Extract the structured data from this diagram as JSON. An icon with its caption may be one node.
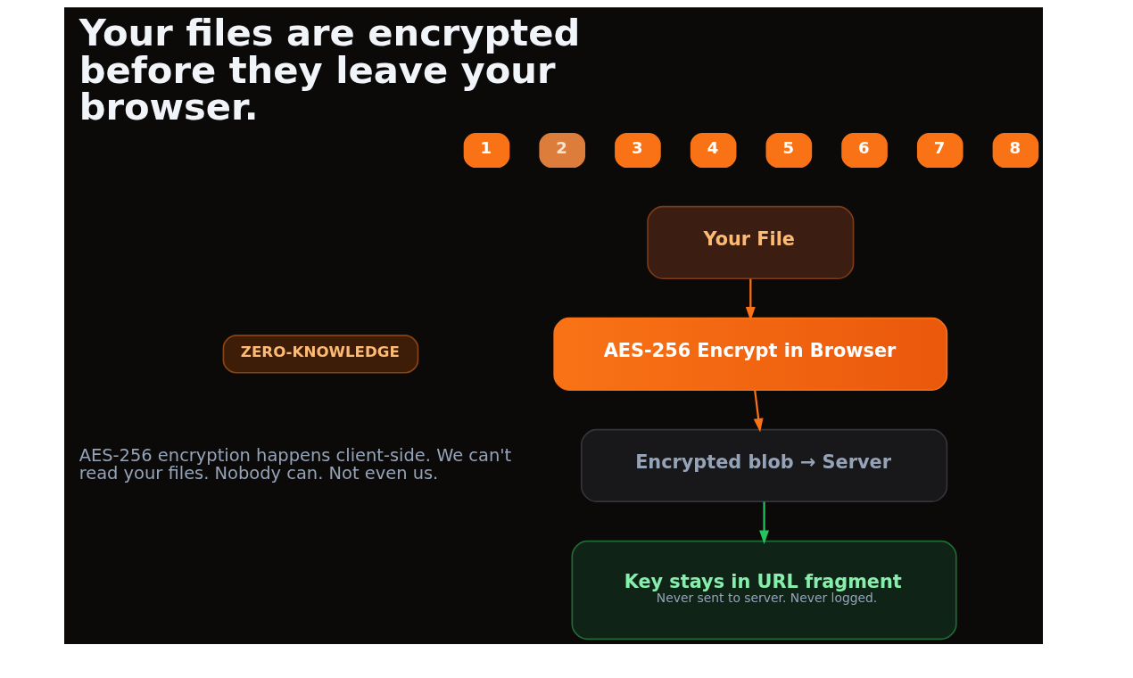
{
  "diagram": {
    "title": "Your files are encrypted before they leave your browser.",
    "nodes": [
      {
        "text": [
          "1"
        ]
      },
      {
        "text": [
          "2"
        ]
      },
      {
        "text": [
          "3"
        ]
      },
      {
        "text": [
          "4"
        ]
      },
      {
        "text": [
          "5"
        ]
      },
      {
        "text": [
          "6"
        ]
      },
      {
        "text": [
          "7"
        ]
      },
      {
        "text": [
          "8"
        ]
      },
      {
        "text": [
          "ZERO-KNOWLEDGE"
        ]
      },
      {
        "text": [
          "Your File"
        ]
      },
      {
        "text": [
          "AES-256 Encrypt in Browser"
        ]
      },
      {
        "text": [
          "Encrypted blob → Server"
        ]
      },
      {
        "text": [
          "Key stays in URL fragment",
          "Never sent to server. Never logged."
        ]
      }
    ],
    "edges": [
      {
        "from": 9,
        "to": 10,
        "arrow": "to"
      },
      {
        "from": 10,
        "to": 11,
        "arrow": "to"
      },
      {
        "from": 11,
        "to": 12,
        "arrow": "to",
        "color": "#22c55e"
      }
    ],
    "labels": [
      "AES-256 encryption happens client-side. We can't read your files. Nobody can. Not even us."
    ]
  }
}
